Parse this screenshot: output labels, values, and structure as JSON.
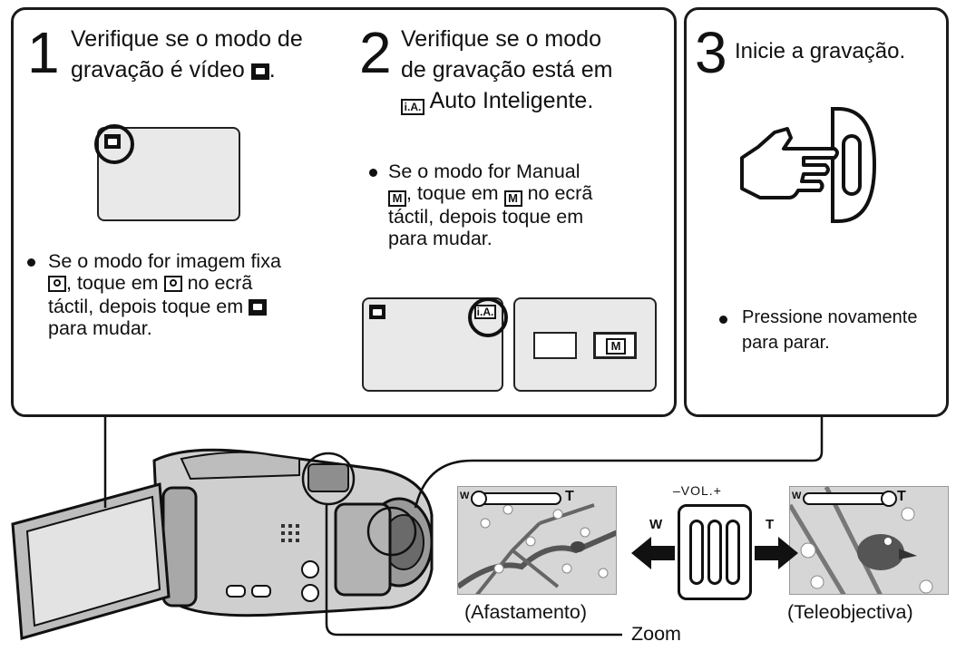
{
  "steps": [
    {
      "number": "1",
      "line1": "Verifique se o modo de",
      "line2": "gravação é vídeo",
      "line2_end": ".",
      "icon": "video-mode-icon",
      "bullet": {
        "line1": "Se o modo for imagem fixa",
        "line2_after_icon": ", toque em",
        "line2_end": "no ecrã",
        "line3": "táctil, depois toque em",
        "line4": "para mudar."
      }
    },
    {
      "number": "2",
      "line1": "Verifique se o modo",
      "line2": "de gravação está em",
      "line3_icon_text": "i.A.",
      "line3": "Auto Inteligente.",
      "bullet": {
        "line1": "Se o modo for Manual",
        "line2_icon_text": "M",
        "line2": ", toque em",
        "line2_icon2_text": "M",
        "line2_end": "no ecrã",
        "line3": "táctil, depois toque em",
        "line4": "para mudar."
      },
      "screen_ia_text": "i.A.",
      "screen_m_text": "M"
    },
    {
      "number": "3",
      "line1": "Inicie a gravação.",
      "bullet": {
        "line1": "Pressione novamente",
        "line2": "para parar."
      }
    }
  ],
  "zoom": {
    "vol_label": "–VOL.+",
    "w_label": "W",
    "t_label": "T",
    "thumb_w": "W",
    "thumb_t": "T",
    "wide_caption": "(Afastamento)",
    "tele_caption": "(Teleobjectiva)",
    "zoom_label": "Zoom"
  },
  "colors": {
    "ink": "#111111",
    "screen_fill": "#e9e9e9",
    "photo_fill": "#d6d6d6"
  },
  "icons": [
    "video-mode-icon",
    "still-mode-icon",
    "intelligent-auto-icon",
    "manual-mode-icon",
    "pointing-hand-icon",
    "record-button-icon",
    "arrow-left-icon",
    "arrow-right-icon",
    "camcorder-icon"
  ]
}
